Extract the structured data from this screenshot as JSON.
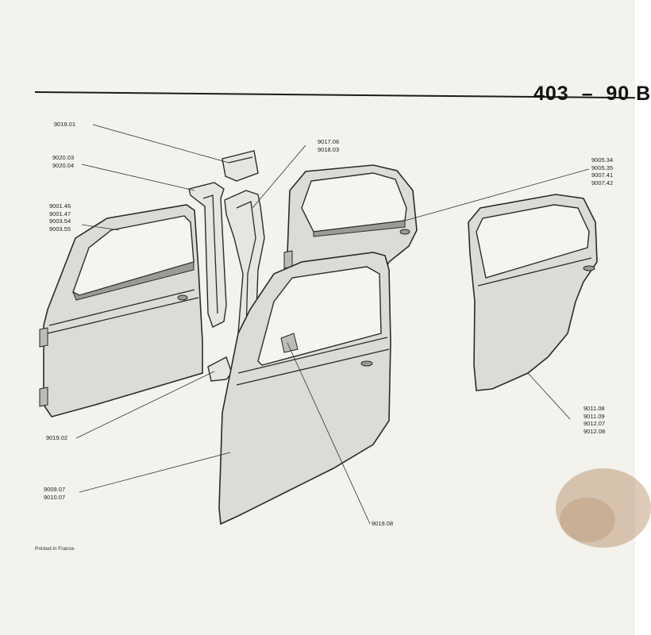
{
  "header": {
    "title": "403  –  90 B"
  },
  "refs": {
    "ref_9019_01": [
      "9019.01"
    ],
    "ref_9020": [
      "9020.03",
      "9020.04"
    ],
    "ref_9017": [
      "9017.06",
      "9018.03"
    ],
    "ref_9005": [
      "9005.34",
      "9005.35",
      "9007.41",
      "9007.42"
    ],
    "ref_9001": [
      "9001.46",
      "9001.47",
      "9003.54",
      "9003.55"
    ],
    "ref_9019_02": [
      "9019.02"
    ],
    "ref_9011": [
      "9011.08",
      "9011.09",
      "9012.07",
      "9012.08"
    ],
    "ref_9009": [
      "9009.07",
      "9010.07"
    ],
    "ref_9019_08": [
      "9019.08"
    ]
  },
  "footer": {
    "text": "Printed in France"
  }
}
